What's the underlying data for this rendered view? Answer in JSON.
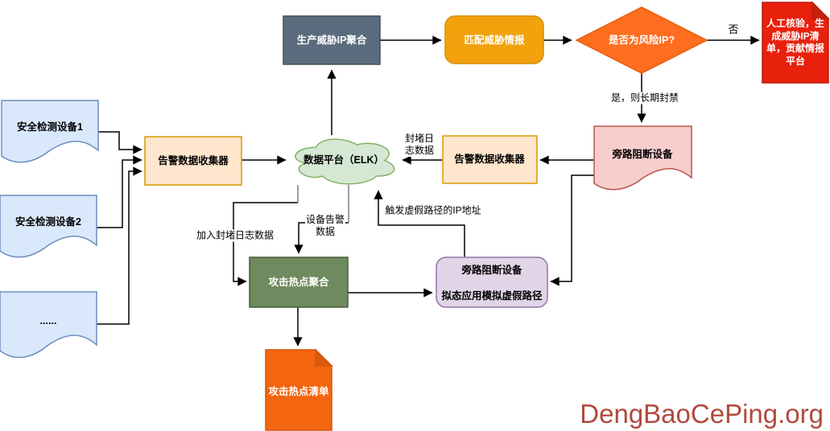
{
  "nodes": {
    "detector1": {
      "label": "安全检测设备1"
    },
    "detector2": {
      "label": "安全检测设备2"
    },
    "detector3": {
      "label": "......"
    },
    "collector_left": {
      "label": "告警数据收集器"
    },
    "data_platform": {
      "label": "数据平台（ELK）"
    },
    "ip_aggregation": {
      "label": "生产威胁IP聚合"
    },
    "match_intel": {
      "label": "匹配威胁情报"
    },
    "risk_decision": {
      "label": "是否为风险IP?"
    },
    "manual_verify": {
      "label": "人工核验，生\n成威胁IP清\n单，贡献情报\n平台"
    },
    "bypass_block": {
      "label": "旁路阻断设备"
    },
    "collector_right": {
      "label": "告警数据收集器"
    },
    "hotspot_aggregation": {
      "label": "攻击热点聚合"
    },
    "mimic_device": {
      "line1": "旁路阻断设备",
      "line2": "拟态应用模拟虚假路径"
    },
    "hotspot_list": {
      "label": "攻击热点清单"
    }
  },
  "edge_labels": {
    "no": "否",
    "yes_ban": "是，则长期封禁",
    "block_log": "封堵日\n志数据",
    "add_block_log": "加入封堵日志数据",
    "device_alarm": "设备告警\n数据",
    "trigger_ip": "触发虚假路径的IP地址"
  },
  "watermark": {
    "text": "DengBaoCePing.org",
    "color": "#b14a3e"
  },
  "colors": {
    "blue_fill": "#dae8fc",
    "blue_stroke": "#6c8ebf",
    "tan_fill": "#ffe6cc",
    "tan_stroke": "#d79b00",
    "cloud_fill": "#d5e8d4",
    "cloud_stroke": "#82b366",
    "slate_fill": "#5a6c7d",
    "orange_fill": "#f2a20d",
    "diamond_fill": "#ff6d1f",
    "red_fill": "#e8210c",
    "pink_fill": "#f8cecc",
    "pink_stroke": "#b85450",
    "green_fill": "#6e8a5e",
    "purple_fill": "#e1d5e7",
    "purple_stroke": "#9673a6",
    "note_orange_fill": "#f4650f"
  }
}
